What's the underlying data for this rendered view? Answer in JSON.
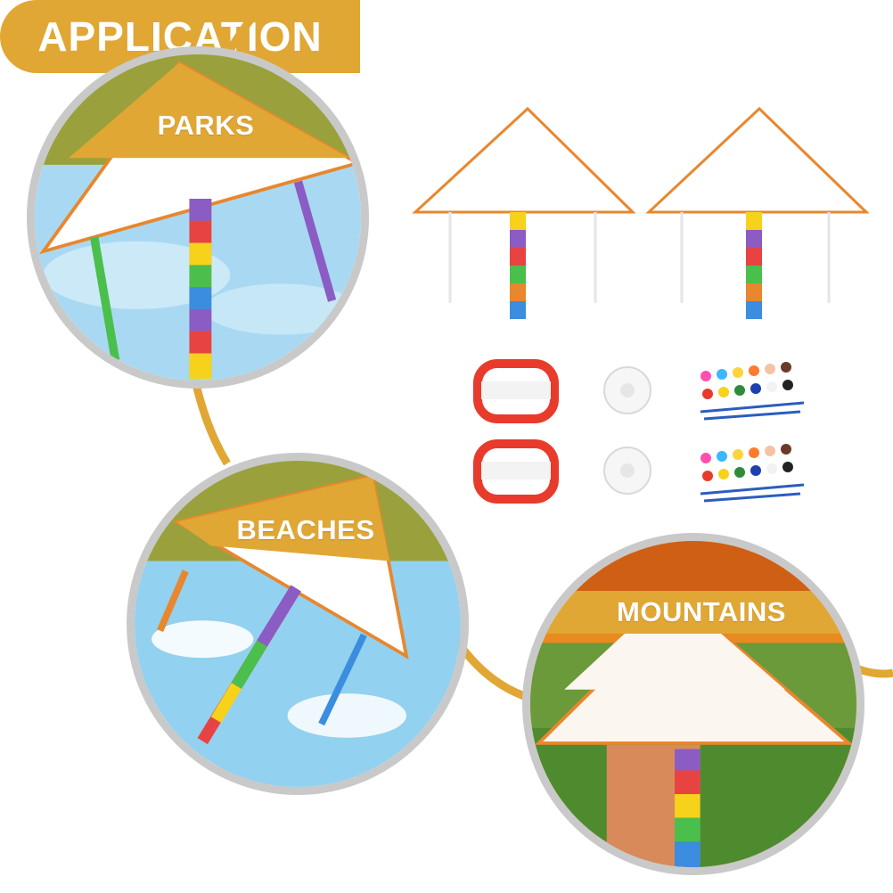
{
  "header": {
    "title": "APPLICATION"
  },
  "scenes": {
    "parks": {
      "label": "PARKS"
    },
    "beaches": {
      "label": "BEACHES"
    },
    "mountains": {
      "label": "MOUNTAINS"
    }
  },
  "colors": {
    "accent": "#e0a734",
    "ring": "#c9c9c9",
    "kite_edge": "#e8872e",
    "sky": "#8fd0f0"
  },
  "product": {
    "items": [
      "kite",
      "kite",
      "kite-line-winder",
      "kite-line-winder",
      "paint-palette",
      "paint-palette",
      "paint-set-with-brushes",
      "paint-set-with-brushes"
    ]
  }
}
